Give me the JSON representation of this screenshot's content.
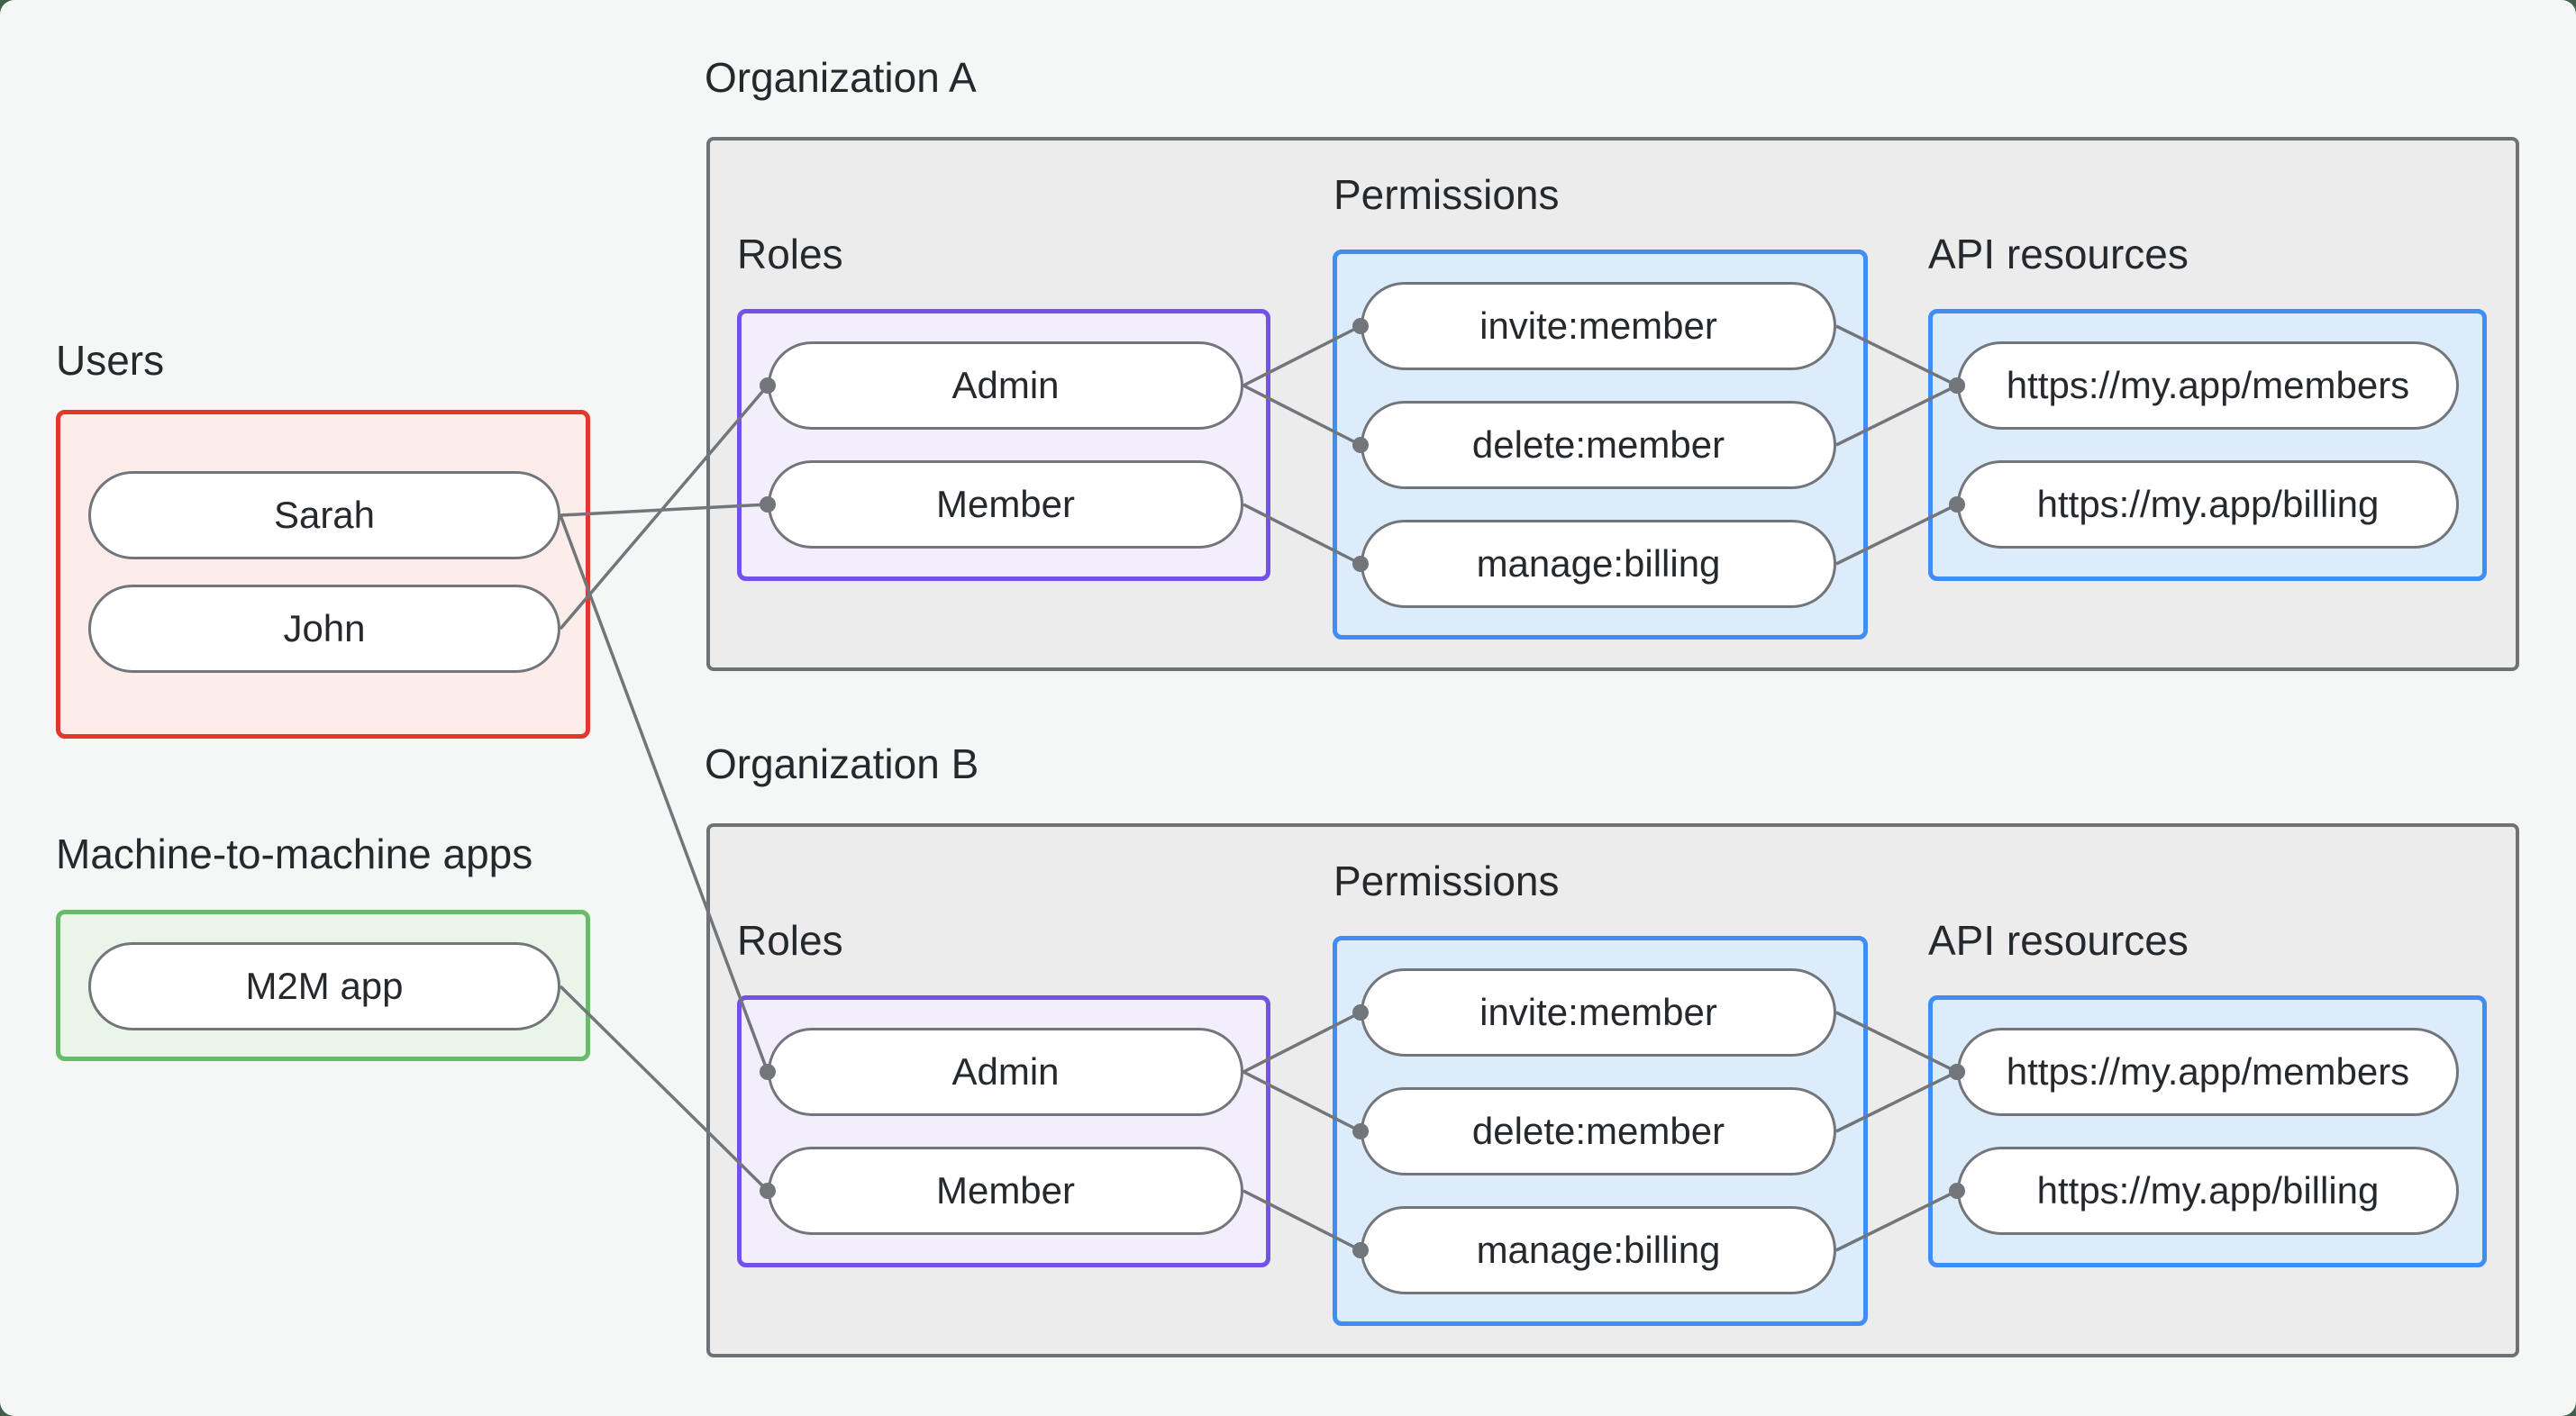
{
  "canvas": {
    "outer_bg": "#415f4b",
    "bg": "#f5f7f6"
  },
  "palette": {
    "org_fill": "#ececec",
    "org_border": "#6e7276",
    "users_fill": "#fcedeb",
    "users_border": "#e5362c",
    "m2m_fill": "#eaf5e9",
    "m2m_border": "#69ba6a",
    "roles_fill": "#f3eefc",
    "roles_border": "#7452ea",
    "blue_fill": "#ddecfb",
    "blue_border": "#3f8df5",
    "pill_fill": "#ffffff",
    "pill_border": "#72767b",
    "edge_color": "#72767b",
    "text_color": "#25282c"
  },
  "labels": {
    "users": "Users",
    "m2m": "Machine-to-machine apps",
    "org_a": "Organization A",
    "org_b": "Organization B",
    "roles": "Roles",
    "permissions": "Permissions",
    "api": "API resources"
  },
  "nodes": {
    "sarah": "Sarah",
    "john": "John",
    "m2m_app": "M2M app",
    "org_a": {
      "admin": "Admin",
      "member": "Member",
      "invite": "invite:member",
      "delete": "delete:member",
      "manage": "manage:billing",
      "members_api": "https://my.app/members",
      "billing_api": "https://my.app/billing"
    },
    "org_b": {
      "admin": "Admin",
      "member": "Member",
      "invite": "invite:member",
      "delete": "delete:member",
      "manage": "manage:billing",
      "members_api": "https://my.app/members",
      "billing_api": "https://my.app/billing"
    }
  },
  "edges": [
    {
      "from": "sarah",
      "to": "a_member"
    },
    {
      "from": "john",
      "to": "a_admin"
    },
    {
      "from": "sarah",
      "to": "b_admin"
    },
    {
      "from": "m2m_app",
      "to": "b_member"
    },
    {
      "from": "a_admin",
      "to": "a_invite"
    },
    {
      "from": "a_admin",
      "to": "a_delete"
    },
    {
      "from": "a_member",
      "to": "a_manage"
    },
    {
      "from": "a_invite",
      "to": "a_members"
    },
    {
      "from": "a_delete",
      "to": "a_members"
    },
    {
      "from": "a_manage",
      "to": "a_billing"
    },
    {
      "from": "b_admin",
      "to": "b_invite"
    },
    {
      "from": "b_admin",
      "to": "b_delete"
    },
    {
      "from": "b_member",
      "to": "b_manage"
    },
    {
      "from": "b_invite",
      "to": "b_members"
    },
    {
      "from": "b_delete",
      "to": "b_members"
    },
    {
      "from": "b_manage",
      "to": "b_billing"
    }
  ]
}
